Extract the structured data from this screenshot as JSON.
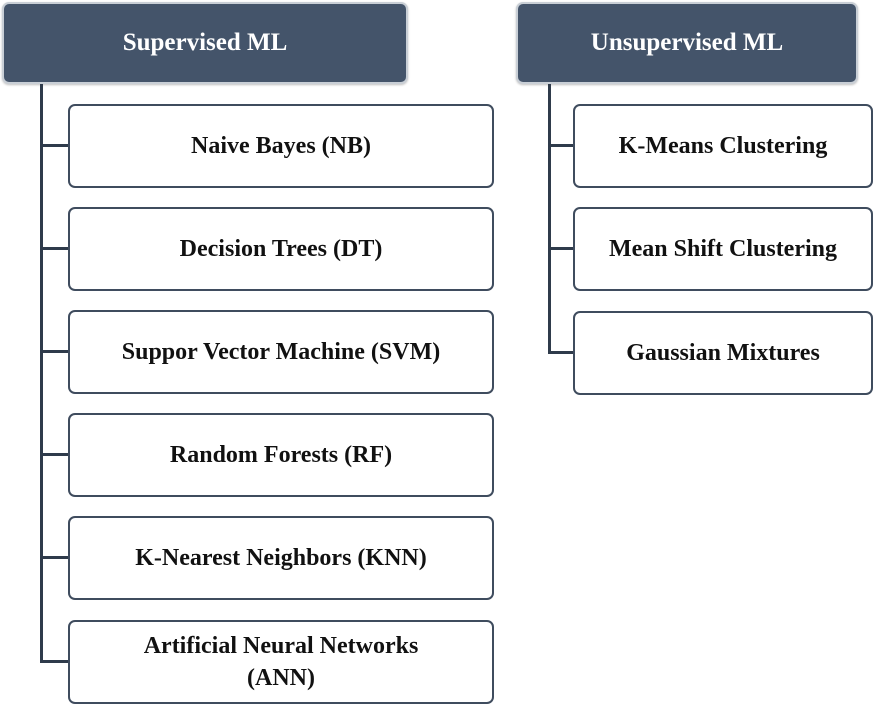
{
  "supervised": {
    "title": "Supervised ML",
    "items": [
      "Naive Bayes (NB)",
      "Decision Trees (DT)",
      "Suppor Vector Machine (SVM)",
      "Random Forests (RF)",
      "K-Nearest Neighbors (KNN)",
      "Artificial Neural Networks (ANN)"
    ]
  },
  "unsupervised": {
    "title": "Unsupervised ML",
    "items": [
      "K-Means Clustering",
      "Mean Shift Clustering",
      "Gaussian Mixtures"
    ]
  },
  "colors": {
    "header_fill": "#44546a",
    "header_text": "#ffffff",
    "box_border": "#3f4c5e",
    "connector": "#2f3b4b"
  }
}
